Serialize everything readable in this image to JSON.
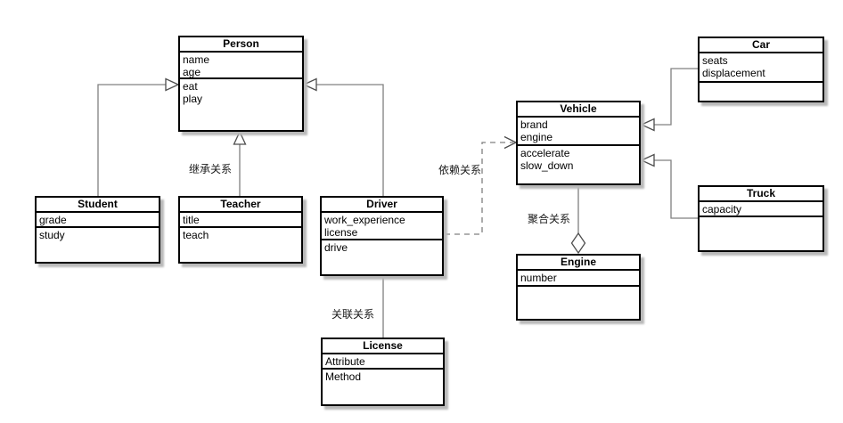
{
  "diagram": {
    "classes": {
      "person": {
        "title": "Person",
        "attrs": [
          "name",
          "age"
        ],
        "methods": [
          "eat",
          "play"
        ]
      },
      "student": {
        "title": "Student",
        "attrs": [
          "grade"
        ],
        "methods": [
          "study"
        ]
      },
      "teacher": {
        "title": "Teacher",
        "attrs": [
          "title"
        ],
        "methods": [
          "teach"
        ]
      },
      "driver": {
        "title": "Driver",
        "attrs": [
          "work_experience",
          "license"
        ],
        "methods": [
          "drive"
        ]
      },
      "license": {
        "title": "License",
        "attrs": [
          "Attribute"
        ],
        "methods": [
          "Method"
        ]
      },
      "vehicle": {
        "title": "Vehicle",
        "attrs": [
          "brand",
          "engine"
        ],
        "methods": [
          "accelerate",
          "slow_down"
        ]
      },
      "engine": {
        "title": "Engine",
        "attrs": [
          "number"
        ],
        "methods": []
      },
      "car": {
        "title": "Car",
        "attrs": [
          "seats",
          "displacement"
        ],
        "methods": []
      },
      "truck": {
        "title": "Truck",
        "attrs": [
          "capacity"
        ],
        "methods": []
      }
    },
    "edge_labels": {
      "inheritance": "继承关系",
      "dependency": "依赖关系",
      "association": "关联关系",
      "aggregation": "聚合关系"
    },
    "colors": {
      "box_border": "#000000",
      "box_fill": "#ffffff",
      "connector_line": "#808080",
      "arrowhead_stroke": "#4d4d4d",
      "shadow": "#b9b9b9",
      "label_text": "#1a1a1a"
    }
  }
}
